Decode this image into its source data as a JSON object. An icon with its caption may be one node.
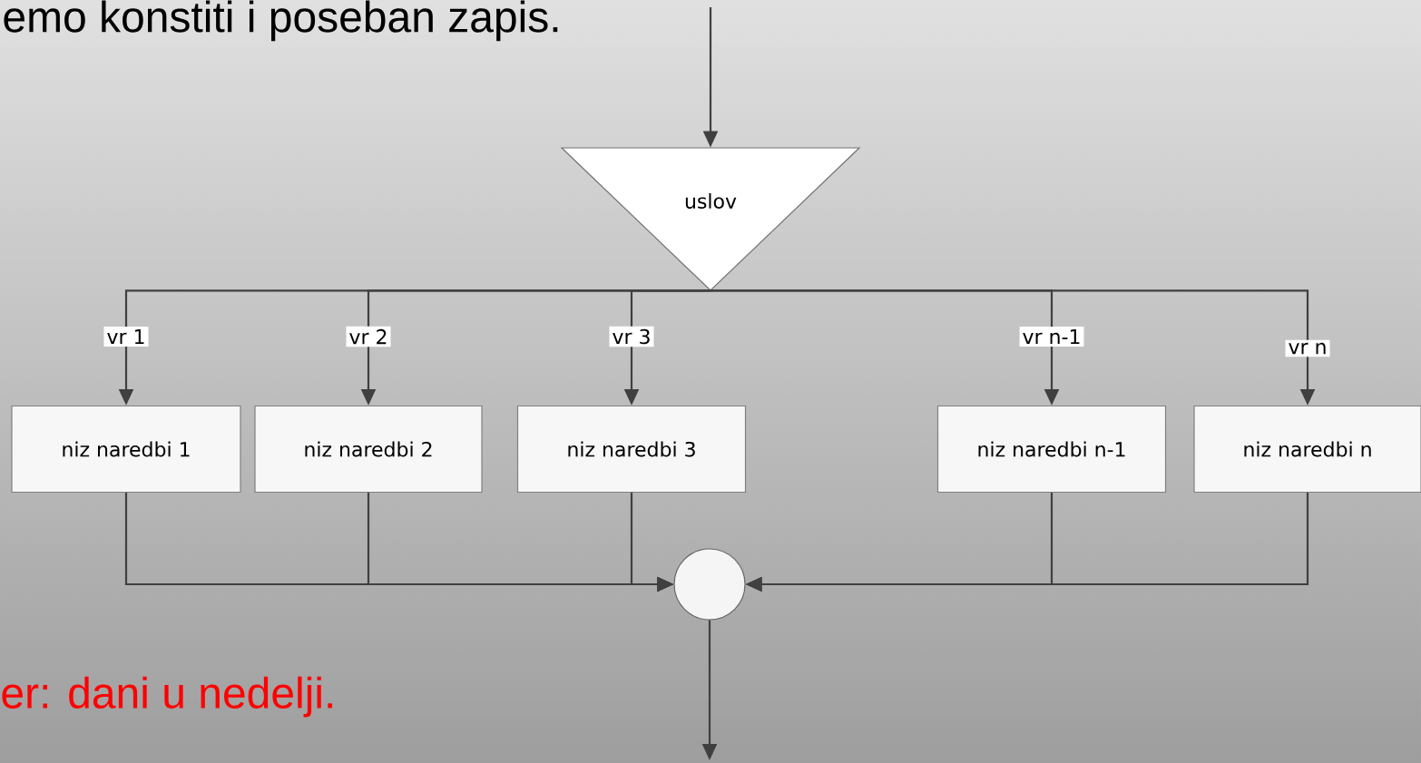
{
  "diagram": {
    "nodes": [
      {
        "text": [
          "uslov"
        ]
      },
      {
        "text": [
          "niz naredbi 1"
        ]
      },
      {
        "text": [
          "niz naredbi 2"
        ]
      },
      {
        "text": [
          "niz naredbi 3"
        ]
      },
      {
        "text": [
          "niz naredbi n-1"
        ]
      },
      {
        "text": [
          "niz naredbi n"
        ]
      },
      {
        "text": [],
        "shape": "circle"
      }
    ],
    "edges": [
      {
        "from": null,
        "to": 0,
        "arrow": "to"
      },
      {
        "from": 0,
        "to": 1,
        "arrow": "to",
        "label": "vr 1"
      },
      {
        "from": 0,
        "to": 2,
        "arrow": "to",
        "label": "vr 2"
      },
      {
        "from": 0,
        "to": 3,
        "arrow": "to",
        "label": "vr 3"
      },
      {
        "from": 0,
        "to": 4,
        "arrow": "to",
        "label": "vr n-1"
      },
      {
        "from": 0,
        "to": 5,
        "arrow": "to",
        "label": "vr n"
      },
      {
        "from": 1,
        "to": 6,
        "arrow": "to"
      },
      {
        "from": 2,
        "to": 6,
        "arrow": "to"
      },
      {
        "from": 3,
        "to": 6,
        "arrow": "to"
      },
      {
        "from": 4,
        "to": 6,
        "arrow": "to"
      },
      {
        "from": 5,
        "to": 6,
        "arrow": "to"
      },
      {
        "from": 6,
        "to": null,
        "arrow": "to"
      }
    ],
    "labels": [
      "emo konstiti i poseban zapis.",
      "er: dani u nedelji."
    ]
  }
}
